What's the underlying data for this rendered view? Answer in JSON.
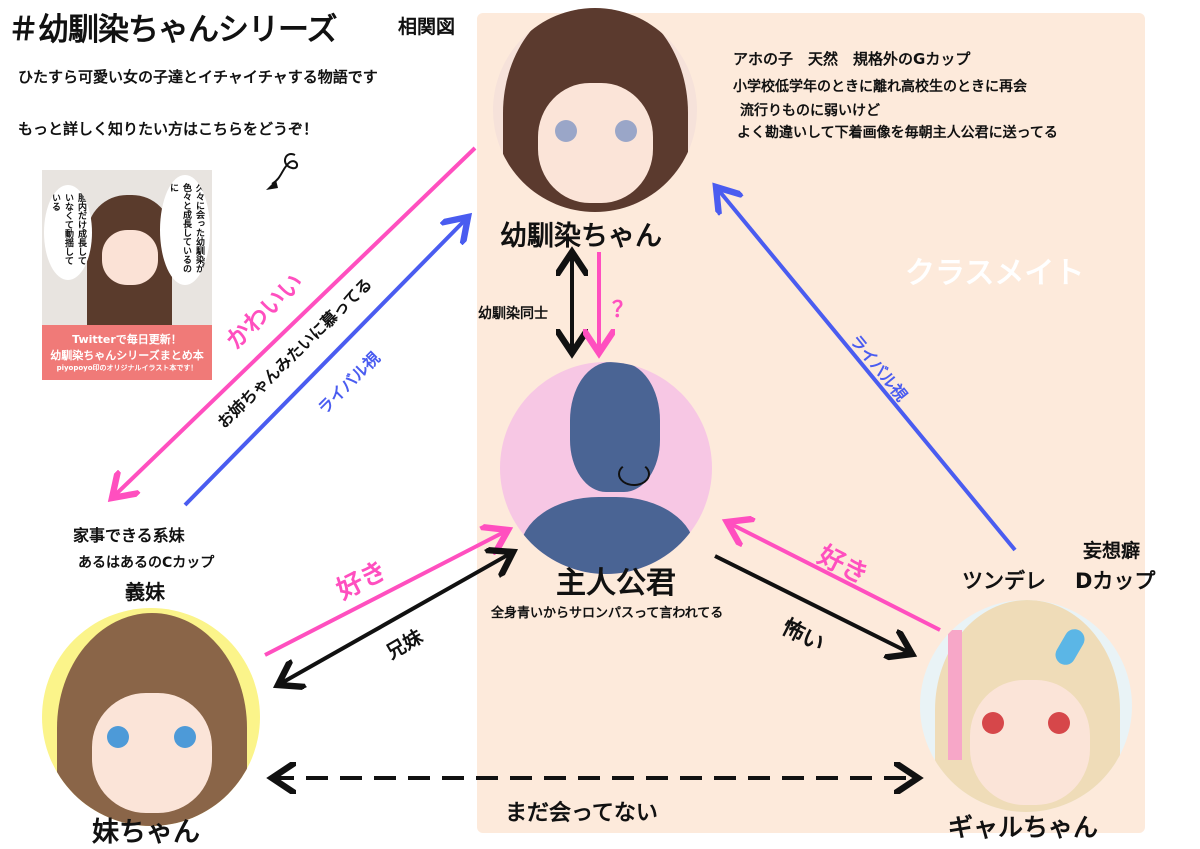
{
  "header": {
    "title": "＃幼馴染ちゃんシリーズ",
    "subtitle": "相関図",
    "intro_line1": "ひたすら可愛い女の子達とイチャイチャする物語です",
    "intro_line2": "もっと詳しく知りたい方はこちらをどうぞ！"
  },
  "book": {
    "bubble_right": "久々に会った幼馴染が色々と成長しているのに",
    "bubble_left": "胆内だけ成長していなくて動揺している",
    "line1": "Twitterで毎日更新！",
    "line2": "幼馴染ちゃんシリーズまとめ本",
    "line3": "piyopoyo印のオリジナルイラスト本です！"
  },
  "panel": {
    "label": "クラスメイト"
  },
  "characters": {
    "osananajimi": {
      "name": "幼馴染ちゃん",
      "notes": [
        "アホの子　天然　規格外のGカップ",
        "小学校低学年のときに離れ高校生のときに再会",
        "流行りものに弱いけど",
        "よく勘違いして下着画像を毎朝主人公君に送ってる"
      ]
    },
    "protagonist": {
      "name": "主人公君",
      "note": "全身青いからサロンパスって言われてる"
    },
    "imouto": {
      "name": "妹ちゃん",
      "notes": [
        "家事できる系妹",
        "あるはあるのCカップ",
        "義妹"
      ]
    },
    "gal": {
      "name": "ギャルちゃん",
      "notes": [
        "妄想癖",
        "ツンデレ",
        "Dカップ"
      ]
    }
  },
  "relations": {
    "osananajimi_protagonist": "幼馴染同士",
    "question": "？",
    "kawaii": "かわいい",
    "oneechan": "お姉ちゃんみたいに慕ってる",
    "rival_left": "ライバル視",
    "rival_right": "ライバル視",
    "suki_left": "好き",
    "kyoudai": "兄妹",
    "suki_right": "好き",
    "kowai": "怖い",
    "not_met": "まだ会ってない"
  },
  "colors": {
    "pink": "#ff4fbf",
    "blue": "#4a5cf0",
    "panel": "#fdeadb",
    "silhouette": "#4a6494"
  }
}
